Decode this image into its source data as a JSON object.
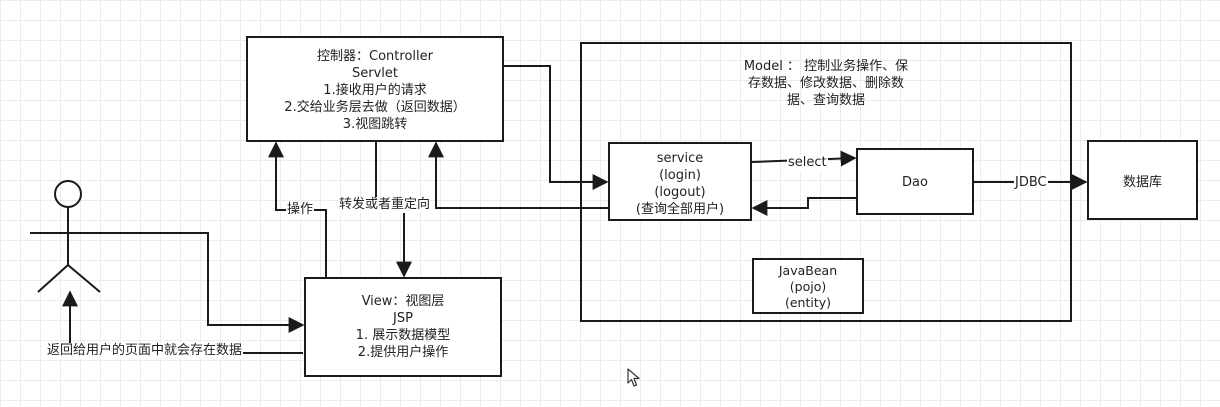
{
  "controller": {
    "lines": [
      "控制器：Controller",
      "Servlet",
      "1.接收用户的请求",
      "2.交给业务层去做（返回数据）",
      "3.视图跳转"
    ]
  },
  "model": {
    "lines": [
      "Model ： 控制业务操作、保",
      "存数据、修改数据、删除数",
      "据、查询数据"
    ]
  },
  "service": {
    "lines": [
      "service",
      "(login)",
      "(logout)",
      "(查询全部用户)"
    ]
  },
  "dao": {
    "label": "Dao"
  },
  "database": {
    "label": "数据库"
  },
  "javabean": {
    "lines": [
      "JavaBean",
      "(pojo)",
      "(entity)"
    ]
  },
  "view": {
    "lines": [
      "View：视图层",
      "JSP",
      "1. 展示数据模型",
      "2.提供用户操作"
    ]
  },
  "edges": {
    "operation": "操作",
    "forward_redirect": "转发或者重定向",
    "select": "select",
    "jdbc": "JDBC",
    "return_note": "返回给用户的页面中就会存在数据"
  },
  "colors": {
    "stroke": "#1a1a1a",
    "grid": "#ececec",
    "background": "#ffffff"
  }
}
